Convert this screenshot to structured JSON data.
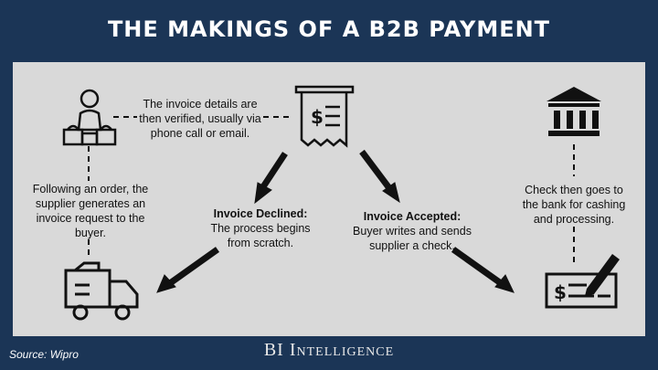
{
  "title": "THE MAKINGS OF A B2B PAYMENT",
  "steps": {
    "verify": "The invoice details are then verified, usually via phone call or email.",
    "order": "Following an order, the supplier generates an invoice request to the buyer.",
    "declined_title": "Invoice Declined:",
    "declined_text": "The process begins from scratch.",
    "accepted_title": "Invoice Accepted:",
    "accepted_text": "Buyer writes and sends supplier a check.",
    "bank": "Check then goes to the bank for cashing and processing."
  },
  "icons": [
    "buyer-with-bags-icon",
    "invoice-receipt-icon",
    "bank-icon",
    "delivery-truck-icon",
    "check-signing-icon"
  ],
  "footer": {
    "source": "Source: Wipro",
    "brand_initials": "BI",
    "brand_word": "Intelligence"
  },
  "colors": {
    "background": "#1b3556",
    "panel": "#d9d9d9",
    "ink": "#111111"
  }
}
